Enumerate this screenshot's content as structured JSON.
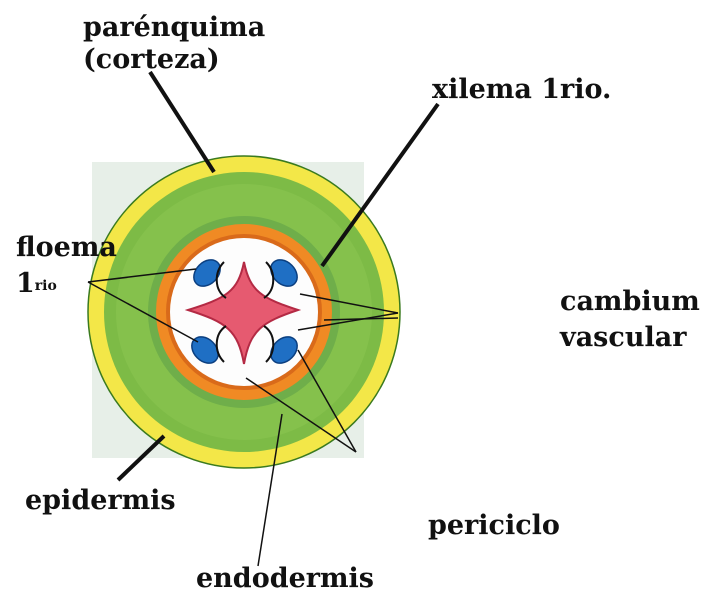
{
  "labels": {
    "parenquima_line1": "parénquima",
    "parenquima_line2": "(corteza)",
    "xilema": "xilema 1rio.",
    "floema_line1": "floema",
    "floema_num": "1",
    "floema_sup": "rio",
    "cambium_line1": "cambium",
    "cambium_line2": "vascular",
    "epidermis": "epidermis",
    "periciclo": "periciclo",
    "endodermis": "endodermis"
  },
  "colors": {
    "background_panel": "#e6eee6",
    "epidermis": "#f5e94a",
    "cortex": "#7cba45",
    "endodermis": "#7aa94c",
    "pericycle": "#f08a24",
    "vascular_region": "#ffffff",
    "xylem": "#e8566c",
    "phloem": "#1e73c8",
    "leader_lines": "#111111"
  }
}
